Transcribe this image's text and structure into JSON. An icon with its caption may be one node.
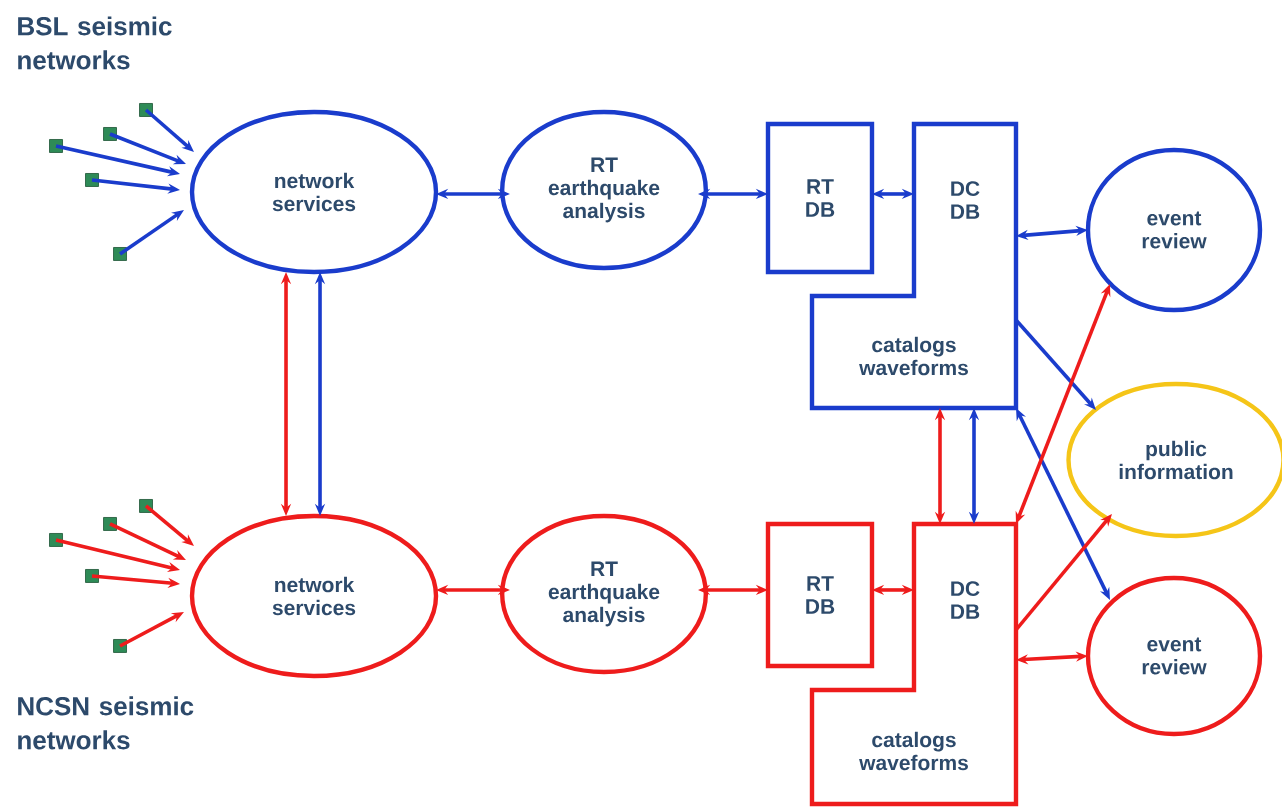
{
  "diagram": {
    "nodes": [
      {
        "text": [],
        "shape": "box"
      },
      {
        "text": [],
        "shape": "box"
      },
      {
        "text": [],
        "shape": "box"
      },
      {
        "text": [],
        "shape": "box"
      },
      {
        "text": [],
        "shape": "box"
      },
      {
        "text": [
          "network services"
        ]
      },
      {
        "text": [
          "RT earthquake analysis"
        ]
      },
      {
        "text": [
          "RT DB"
        ]
      },
      {
        "text": [
          "DC DB",
          "catalogs waveforms"
        ]
      },
      {
        "text": [
          "event review"
        ]
      },
      {
        "text": [
          "public information"
        ]
      },
      {
        "text": [],
        "shape": "box"
      },
      {
        "text": [],
        "shape": "box"
      },
      {
        "text": [],
        "shape": "box"
      },
      {
        "text": [],
        "shape": "box"
      },
      {
        "text": [],
        "shape": "box"
      },
      {
        "text": [
          "network services"
        ]
      },
      {
        "text": [
          "RT earthquake analysis"
        ]
      },
      {
        "text": [
          "RT DB"
        ]
      },
      {
        "text": [
          "DC DB",
          "catalogs waveforms"
        ]
      },
      {
        "text": [
          "event review"
        ]
      }
    ],
    "edges": [
      {
        "from": 0,
        "to": 5,
        "arrow": "to",
        "color": "#1a3ccc"
      },
      {
        "from": 1,
        "to": 5,
        "arrow": "to",
        "color": "#1a3ccc"
      },
      {
        "from": 2,
        "to": 5,
        "arrow": "to",
        "color": "#1a3ccc"
      },
      {
        "from": 3,
        "to": 5,
        "arrow": "to",
        "color": "#1a3ccc"
      },
      {
        "from": 4,
        "to": 5,
        "arrow": "to",
        "color": "#1a3ccc"
      },
      {
        "from": 5,
        "to": 6,
        "arrow": "both",
        "color": "#1a3ccc"
      },
      {
        "from": 6,
        "to": 7,
        "arrow": "both",
        "color": "#1a3ccc"
      },
      {
        "from": 7,
        "to": 8,
        "arrow": "both",
        "color": "#1a3ccc"
      },
      {
        "from": 8,
        "to": 9,
        "arrow": "both",
        "color": "#1a3ccc"
      },
      {
        "from": 8,
        "to": 10,
        "arrow": "to",
        "color": "#1a3ccc"
      },
      {
        "from": 8,
        "to": 20,
        "arrow": "both",
        "color": "#1a3ccc"
      },
      {
        "from": 5,
        "to": 16,
        "arrow": "both",
        "color": "#ee1c1c"
      },
      {
        "from": 5,
        "to": 16,
        "arrow": "both",
        "color": "#1a3ccc"
      },
      {
        "from": 8,
        "to": 19,
        "arrow": "both",
        "color": "#ee1c1c"
      },
      {
        "from": 8,
        "to": 19,
        "arrow": "both",
        "color": "#1a3ccc"
      },
      {
        "from": 11,
        "to": 16,
        "arrow": "to",
        "color": "#ee1c1c"
      },
      {
        "from": 12,
        "to": 16,
        "arrow": "to",
        "color": "#ee1c1c"
      },
      {
        "from": 13,
        "to": 16,
        "arrow": "to",
        "color": "#ee1c1c"
      },
      {
        "from": 14,
        "to": 16,
        "arrow": "to",
        "color": "#ee1c1c"
      },
      {
        "from": 15,
        "to": 16,
        "arrow": "to",
        "color": "#ee1c1c"
      },
      {
        "from": 16,
        "to": 17,
        "arrow": "both",
        "color": "#ee1c1c"
      },
      {
        "from": 17,
        "to": 18,
        "arrow": "both",
        "color": "#ee1c1c"
      },
      {
        "from": 18,
        "to": 19,
        "arrow": "both",
        "color": "#ee1c1c"
      },
      {
        "from": 19,
        "to": 9,
        "arrow": "both",
        "color": "#ee1c1c"
      },
      {
        "from": 19,
        "to": 10,
        "arrow": "to",
        "color": "#ee1c1c"
      },
      {
        "from": 19,
        "to": 20,
        "arrow": "both",
        "color": "#ee1c1c"
      }
    ],
    "labels": [
      "BSL seismic networks",
      "NCSN seismic networks"
    ]
  }
}
